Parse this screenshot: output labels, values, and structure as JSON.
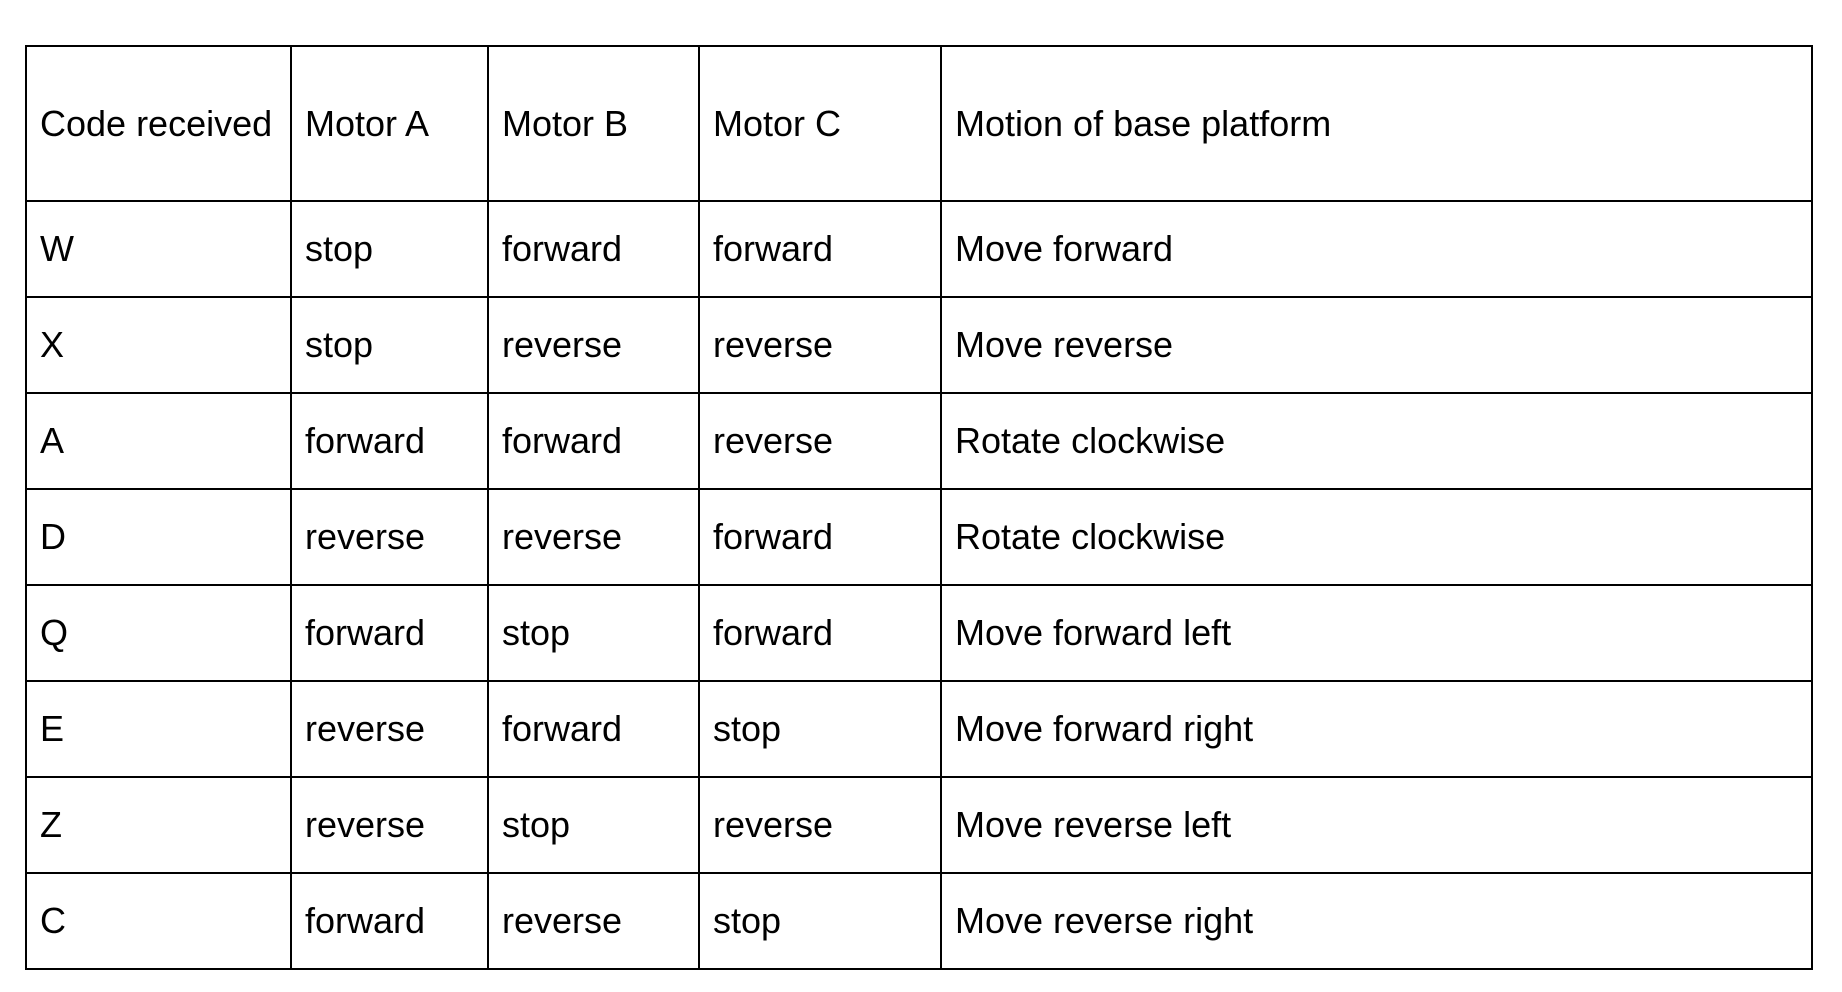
{
  "table": {
    "columns": [
      {
        "key": "code",
        "label": "Code received",
        "name": "column-code-received"
      },
      {
        "key": "motor_a",
        "label": "Motor A",
        "name": "column-motor-a"
      },
      {
        "key": "motor_b",
        "label": "Motor B",
        "name": "column-motor-b"
      },
      {
        "key": "motor_c",
        "label": "Motor C",
        "name": "column-motor-c"
      },
      {
        "key": "motion",
        "label": "Motion of base platform",
        "name": "column-motion-of-base-platform"
      }
    ],
    "rows": [
      {
        "code": "W",
        "motor_a": "stop",
        "motor_b": "forward",
        "motor_c": "forward",
        "motion": "Move forward"
      },
      {
        "code": "X",
        "motor_a": "stop",
        "motor_b": "reverse",
        "motor_c": "reverse",
        "motion": "Move reverse"
      },
      {
        "code": "A",
        "motor_a": "forward",
        "motor_b": "forward",
        "motor_c": "reverse",
        "motion": "Rotate clockwise"
      },
      {
        "code": "D",
        "motor_a": "reverse",
        "motor_b": "reverse",
        "motor_c": "forward",
        "motion": "Rotate clockwise"
      },
      {
        "code": "Q",
        "motor_a": "forward",
        "motor_b": "stop",
        "motor_c": "forward",
        "motion": "Move forward left"
      },
      {
        "code": "E",
        "motor_a": "reverse",
        "motor_b": "forward",
        "motor_c": "stop",
        "motion": "Move forward right"
      },
      {
        "code": "Z",
        "motor_a": "reverse",
        "motor_b": "stop",
        "motor_c": "reverse",
        "motion": "Move reverse left"
      },
      {
        "code": "C",
        "motor_a": "forward",
        "motor_b": "reverse",
        "motor_c": "stop",
        "motion": "Move reverse right"
      }
    ]
  },
  "style": {
    "border_color": "#000000",
    "text_color": "#000000",
    "background": "#ffffff"
  },
  "chart_data": {
    "type": "table",
    "title": "",
    "columns": [
      "Code received",
      "Motor A",
      "Motor B",
      "Motor C",
      "Motion of base platform"
    ],
    "rows": [
      [
        "W",
        "stop",
        "forward",
        "forward",
        "Move forward"
      ],
      [
        "X",
        "stop",
        "reverse",
        "reverse",
        "Move reverse"
      ],
      [
        "A",
        "forward",
        "forward",
        "reverse",
        "Rotate clockwise"
      ],
      [
        "D",
        "reverse",
        "reverse",
        "forward",
        "Rotate clockwise"
      ],
      [
        "Q",
        "forward",
        "stop",
        "forward",
        "Move forward left"
      ],
      [
        "E",
        "reverse",
        "forward",
        "stop",
        "Move forward right"
      ],
      [
        "Z",
        "reverse",
        "stop",
        "reverse",
        "Move reverse left"
      ],
      [
        "C",
        "forward",
        "reverse",
        "stop",
        "Move reverse right"
      ]
    ]
  }
}
